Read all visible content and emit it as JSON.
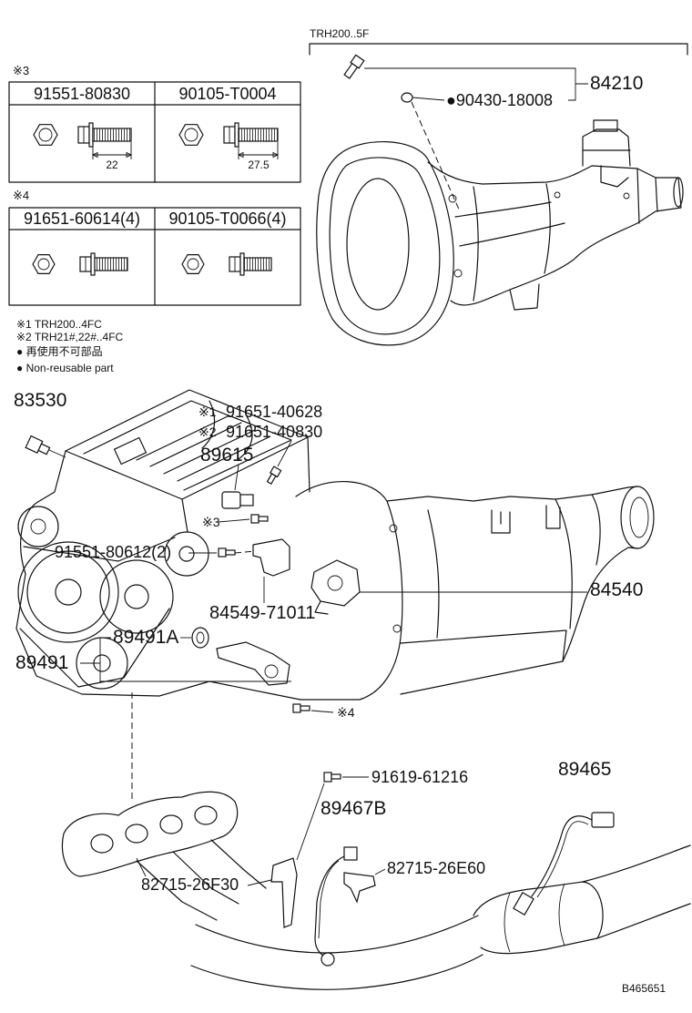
{
  "diagram": {
    "variant_note": "TRH200..5F",
    "drawing_number": "B465651"
  },
  "bolt_tables": {
    "table3": {
      "marker": "※3",
      "left": {
        "part_number": "91551-80830",
        "length": "22"
      },
      "right": {
        "part_number": "90105-T0004",
        "length": "27.5"
      }
    },
    "table4": {
      "marker": "※4",
      "left": {
        "part_number": "91651-60614(4)"
      },
      "right": {
        "part_number": "90105-T0066(4)"
      }
    }
  },
  "notes": {
    "note1": "※1 TRH200..4FC",
    "note2": "※2 TRH21#,22#..4FC",
    "non_reusable_ja": "● 再使用不可部品",
    "non_reusable_en": "● Non-reusable part"
  },
  "callouts": {
    "p84210": "84210",
    "p90430_18008": "●90430-18008",
    "p83530": "83530",
    "marker1": "※1",
    "p91651_40628": "91651-40628",
    "marker2": "※2",
    "p91651_40830": "91651-40830",
    "p89615": "89615",
    "marker3": "※3",
    "p91551_80612": "91551-80612(2)",
    "p84540": "84540",
    "p84549_71011": "84549-71011",
    "p89491A": "89491A",
    "p89491": "89491",
    "marker4": "※4",
    "p91619_61216": "91619-61216",
    "p89465": "89465",
    "p89467B": "89467B",
    "p82715_26E60": "82715-26E60",
    "p82715_26F30": "82715-26F30"
  },
  "icons": {
    "non_reusable_marker": "filled-circle-icon",
    "note_marker": "reference-mark-icon"
  },
  "colors": {
    "ink": "#111111",
    "paper": "#ffffff"
  }
}
